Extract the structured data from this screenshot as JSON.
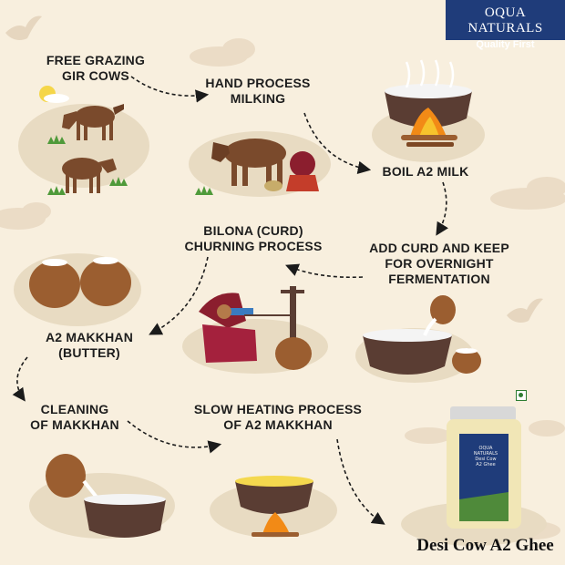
{
  "brand": {
    "name": "OQUA NATURALS",
    "tagline": "Quality First"
  },
  "steps": [
    {
      "id": "grazing",
      "lines": [
        "FREE GRAZING",
        "GIR COWS"
      ]
    },
    {
      "id": "milking",
      "lines": [
        "HAND PROCESS",
        "MILKING"
      ]
    },
    {
      "id": "boil",
      "lines": [
        "BOIL A2 MILK"
      ]
    },
    {
      "id": "curd",
      "lines": [
        "ADD CURD AND KEEP",
        "FOR OVERNIGHT",
        "FERMENTATION"
      ]
    },
    {
      "id": "bilona",
      "lines": [
        "BILONA (CURD)",
        "CHURNING PROCESS"
      ]
    },
    {
      "id": "makkhan",
      "lines": [
        "A2 MAKKHAN",
        "(BUTTER)"
      ]
    },
    {
      "id": "cleaning",
      "lines": [
        "CLEANING",
        "OF MAKKHAN"
      ]
    },
    {
      "id": "heating",
      "lines": [
        "SLOW HEATING PROCESS",
        "OF A2 MAKKHAN"
      ]
    }
  ],
  "product": {
    "title": "Desi Cow A2 Ghee",
    "jar_label_lines": [
      "OQUA NATURALS",
      "Desi Cow",
      "A2 Ghee"
    ],
    "veg_mark": "veg-symbol-icon"
  },
  "colors": {
    "background": "#f8efde",
    "brand_box": "#1f3c7a",
    "cow": "#7a4a2c",
    "pot": "#5a3d33",
    "clay": "#9b5e30",
    "fire": "#f28a16",
    "ghee": "#f1e6b6",
    "grass": "#4f9a3a"
  }
}
